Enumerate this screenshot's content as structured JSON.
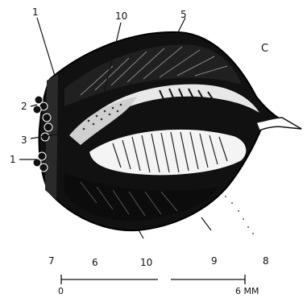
{
  "figure": {
    "panel_letter": "C",
    "labels": {
      "l1_top": "1",
      "l10_top": "10",
      "l5_top": "5",
      "l2": "2",
      "l3": "3",
      "l1_bottom": "1",
      "l7": "7",
      "l6": "6",
      "l10_bottom": "10",
      "l9": "9",
      "l8": "8"
    },
    "scale_bar": {
      "start": "0",
      "end": "6 MM"
    }
  }
}
